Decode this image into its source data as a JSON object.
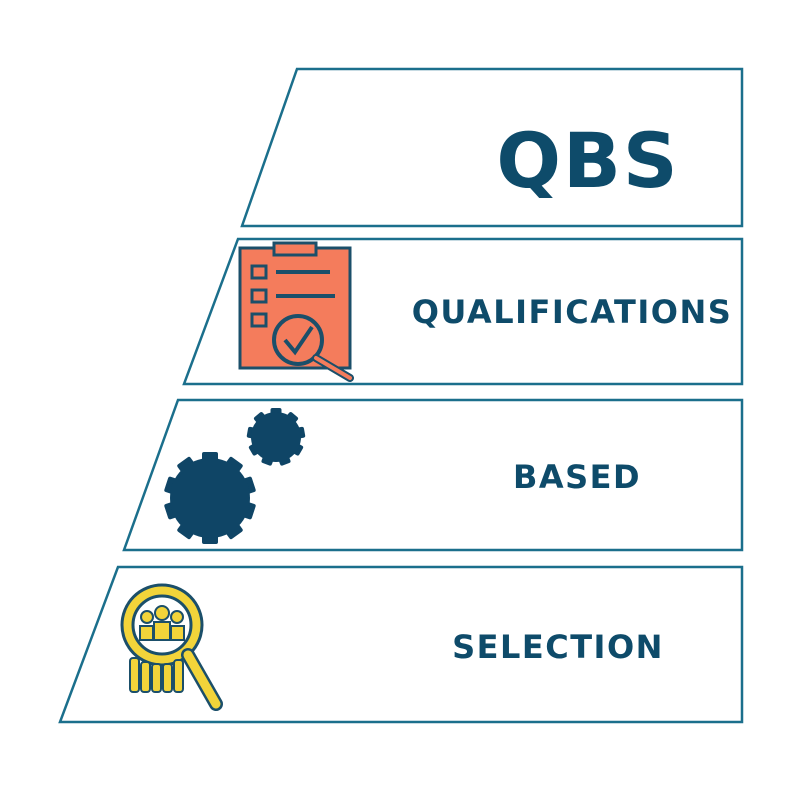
{
  "title": "QBS",
  "levels": [
    {
      "label": "QUALIFICATIONS",
      "icon": "clipboard-magnifier-icon"
    },
    {
      "label": "BASED",
      "icon": "gears-icon"
    },
    {
      "label": "SELECTION",
      "icon": "people-search-icon"
    }
  ],
  "colors": {
    "outline": "#1b6f8c",
    "text": "#0e4b6a",
    "clipboard": "#f47c5c",
    "gear": "#0f4566",
    "search": "#f2d43a"
  }
}
